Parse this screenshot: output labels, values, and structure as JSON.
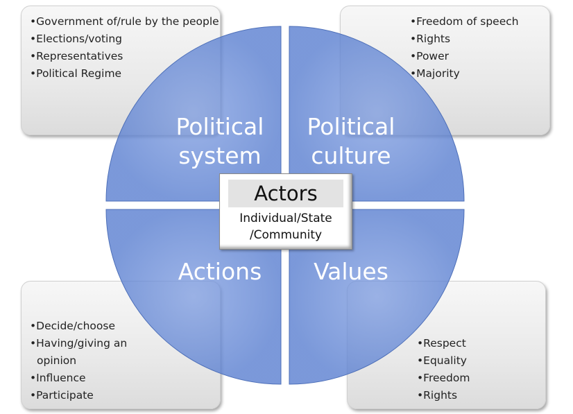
{
  "quadrants": [
    {
      "label_line1": "Political",
      "label_line2": "system",
      "items": [
        "Government of/rule by the people",
        "Elections/voting",
        "Representatives",
        "Political Regime"
      ]
    },
    {
      "label_line1": "Political",
      "label_line2": "culture",
      "items": [
        "Freedom of speech",
        "Rights",
        "Power",
        "Majority"
      ]
    },
    {
      "label_line1": "Actions",
      "items": [
        "Decide/choose",
        "Having/giving an opinion",
        "Influence",
        "Participate"
      ]
    },
    {
      "label_line1": "Values",
      "items": [
        "Respect",
        "Equality",
        "Freedom",
        "Rights"
      ]
    }
  ],
  "center": {
    "title": "Actors",
    "subtitle_line1": "Individual/State",
    "subtitle_line2": "/Community"
  },
  "colors": {
    "quadrant_fill": "#5f84d2"
  }
}
